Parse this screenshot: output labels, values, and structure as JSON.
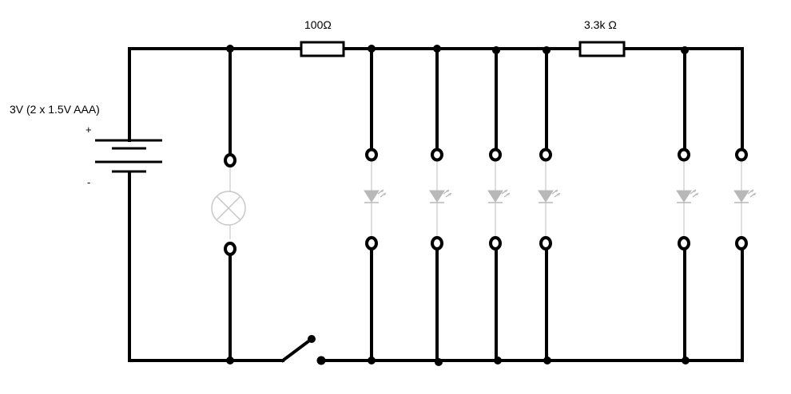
{
  "battery": {
    "label": "3V (2 x 1.5V AAA)",
    "plus": "+",
    "minus": "-"
  },
  "resistors": [
    {
      "label": "100Ω"
    },
    {
      "label": "3.3k Ω"
    }
  ],
  "components": {
    "lamp": "lamp-icon",
    "switch": "open-switch",
    "leds": [
      "led-1",
      "led-2",
      "led-3",
      "led-4",
      "led-5",
      "led-6"
    ]
  }
}
